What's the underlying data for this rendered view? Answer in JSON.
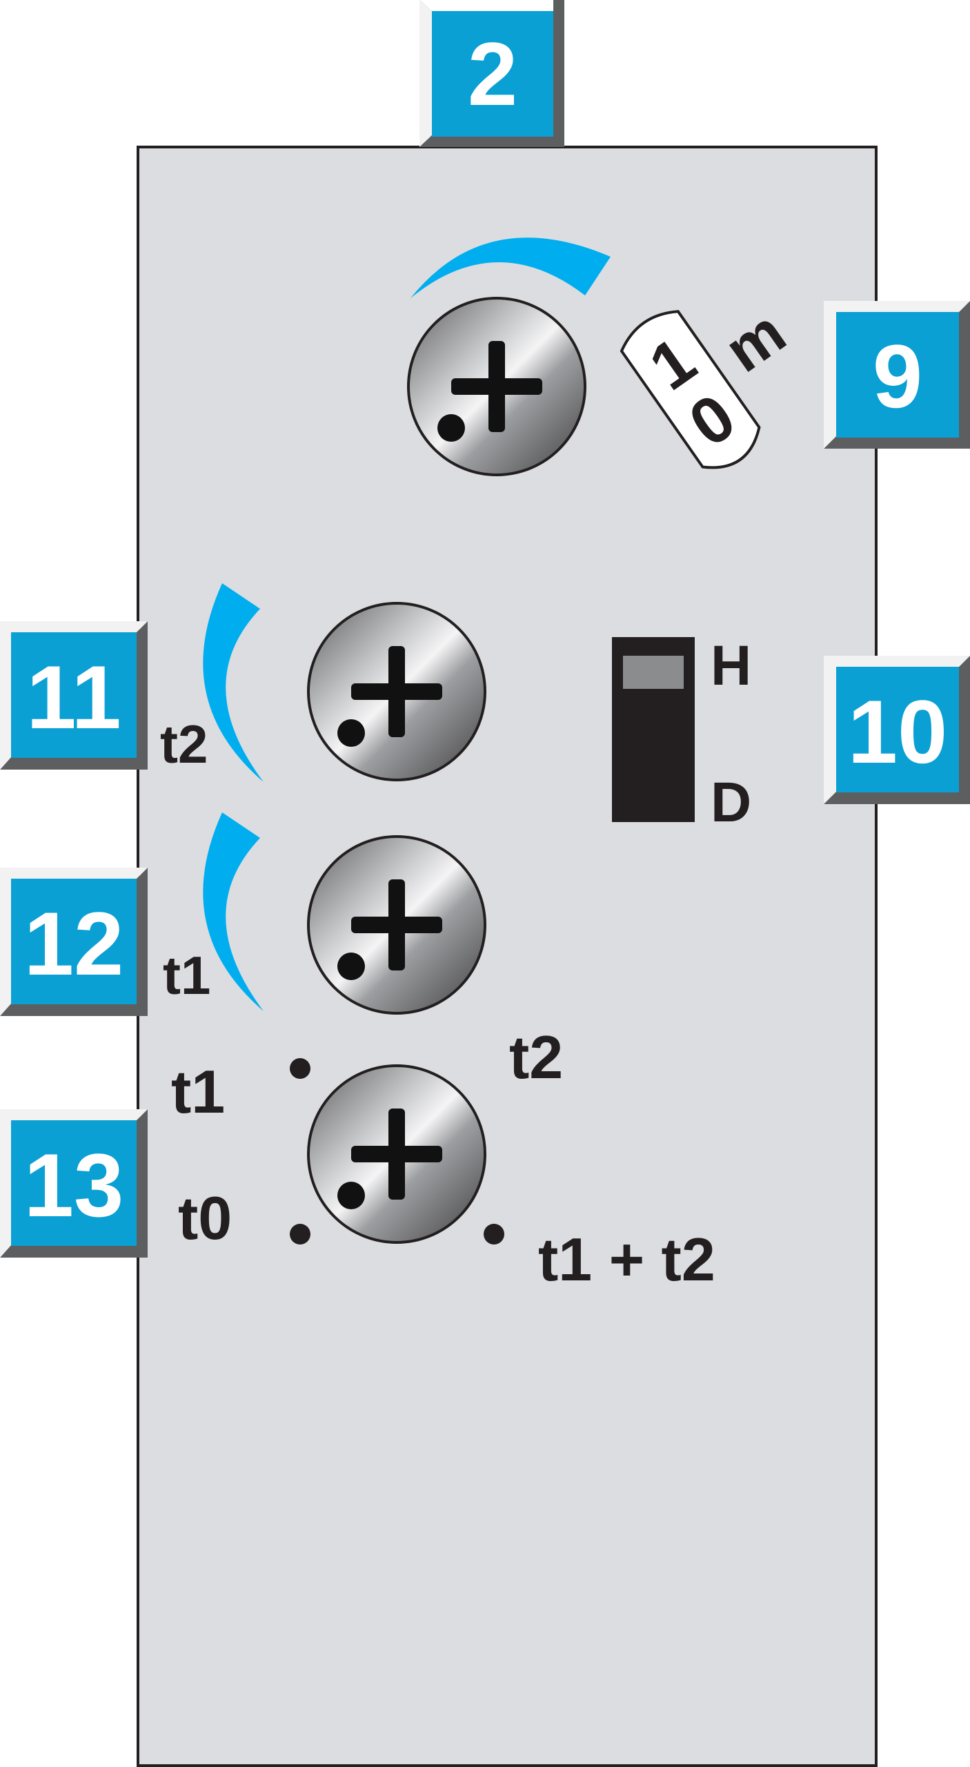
{
  "callouts": {
    "c2": "2",
    "c9": "9",
    "c10": "10",
    "c11": "11",
    "c12": "12",
    "c13": "13"
  },
  "dial": {
    "digit_1": "1",
    "digit_0": "0",
    "unit": "m"
  },
  "switch": {
    "upper": "H",
    "lower": "D"
  },
  "labels": {
    "pot2_t2": "t2",
    "pot3_t1": "t1",
    "sel_t1": "t1",
    "sel_t0": "t0",
    "sel_t2": "t2",
    "sel_t1_t2": "t1 + t2"
  },
  "colors": {
    "panel": "#dcdde0",
    "accent_blue": "#0aa0d4",
    "arc_blue": "#00aeef",
    "outline": "#231f20"
  }
}
